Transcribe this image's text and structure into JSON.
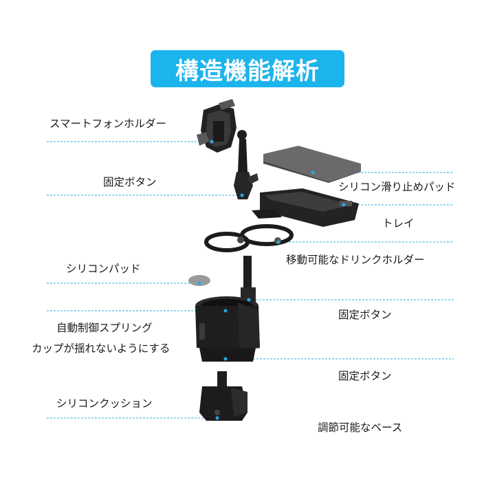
{
  "title": "構造機能解析",
  "colors": {
    "accent": "#1cb4ec",
    "leader_line": "#29a9e0",
    "part_dark": "#1c1c1c",
    "part_mid": "#2e2e2e",
    "pad_gray": "#6a6a6a",
    "silicone_pad": "#9a9a9a"
  },
  "labels_left": [
    {
      "id": "phone-holder",
      "text": "スマートフォンホルダー"
    },
    {
      "id": "lock-button-1",
      "text": "固定ボタン"
    },
    {
      "id": "silicone-pad",
      "text": "シリコンパッド"
    },
    {
      "id": "spring-line1",
      "text": "自動制御スプリング"
    },
    {
      "id": "spring-line2",
      "text": "カップが揺れないようにする"
    },
    {
      "id": "silicone-cushion",
      "text": "シリコンクッション"
    }
  ],
  "labels_right": [
    {
      "id": "anti-slip-pad",
      "text": "シリコン滑り止めパッド"
    },
    {
      "id": "tray",
      "text": "トレイ"
    },
    {
      "id": "movable-holder",
      "text": "移動可能なドリンクホルダー"
    },
    {
      "id": "lock-button-2",
      "text": "固定ボタン"
    },
    {
      "id": "lock-button-3",
      "text": "固定ボタン"
    },
    {
      "id": "adjustable-base",
      "text": "調節可能なベース"
    }
  ]
}
